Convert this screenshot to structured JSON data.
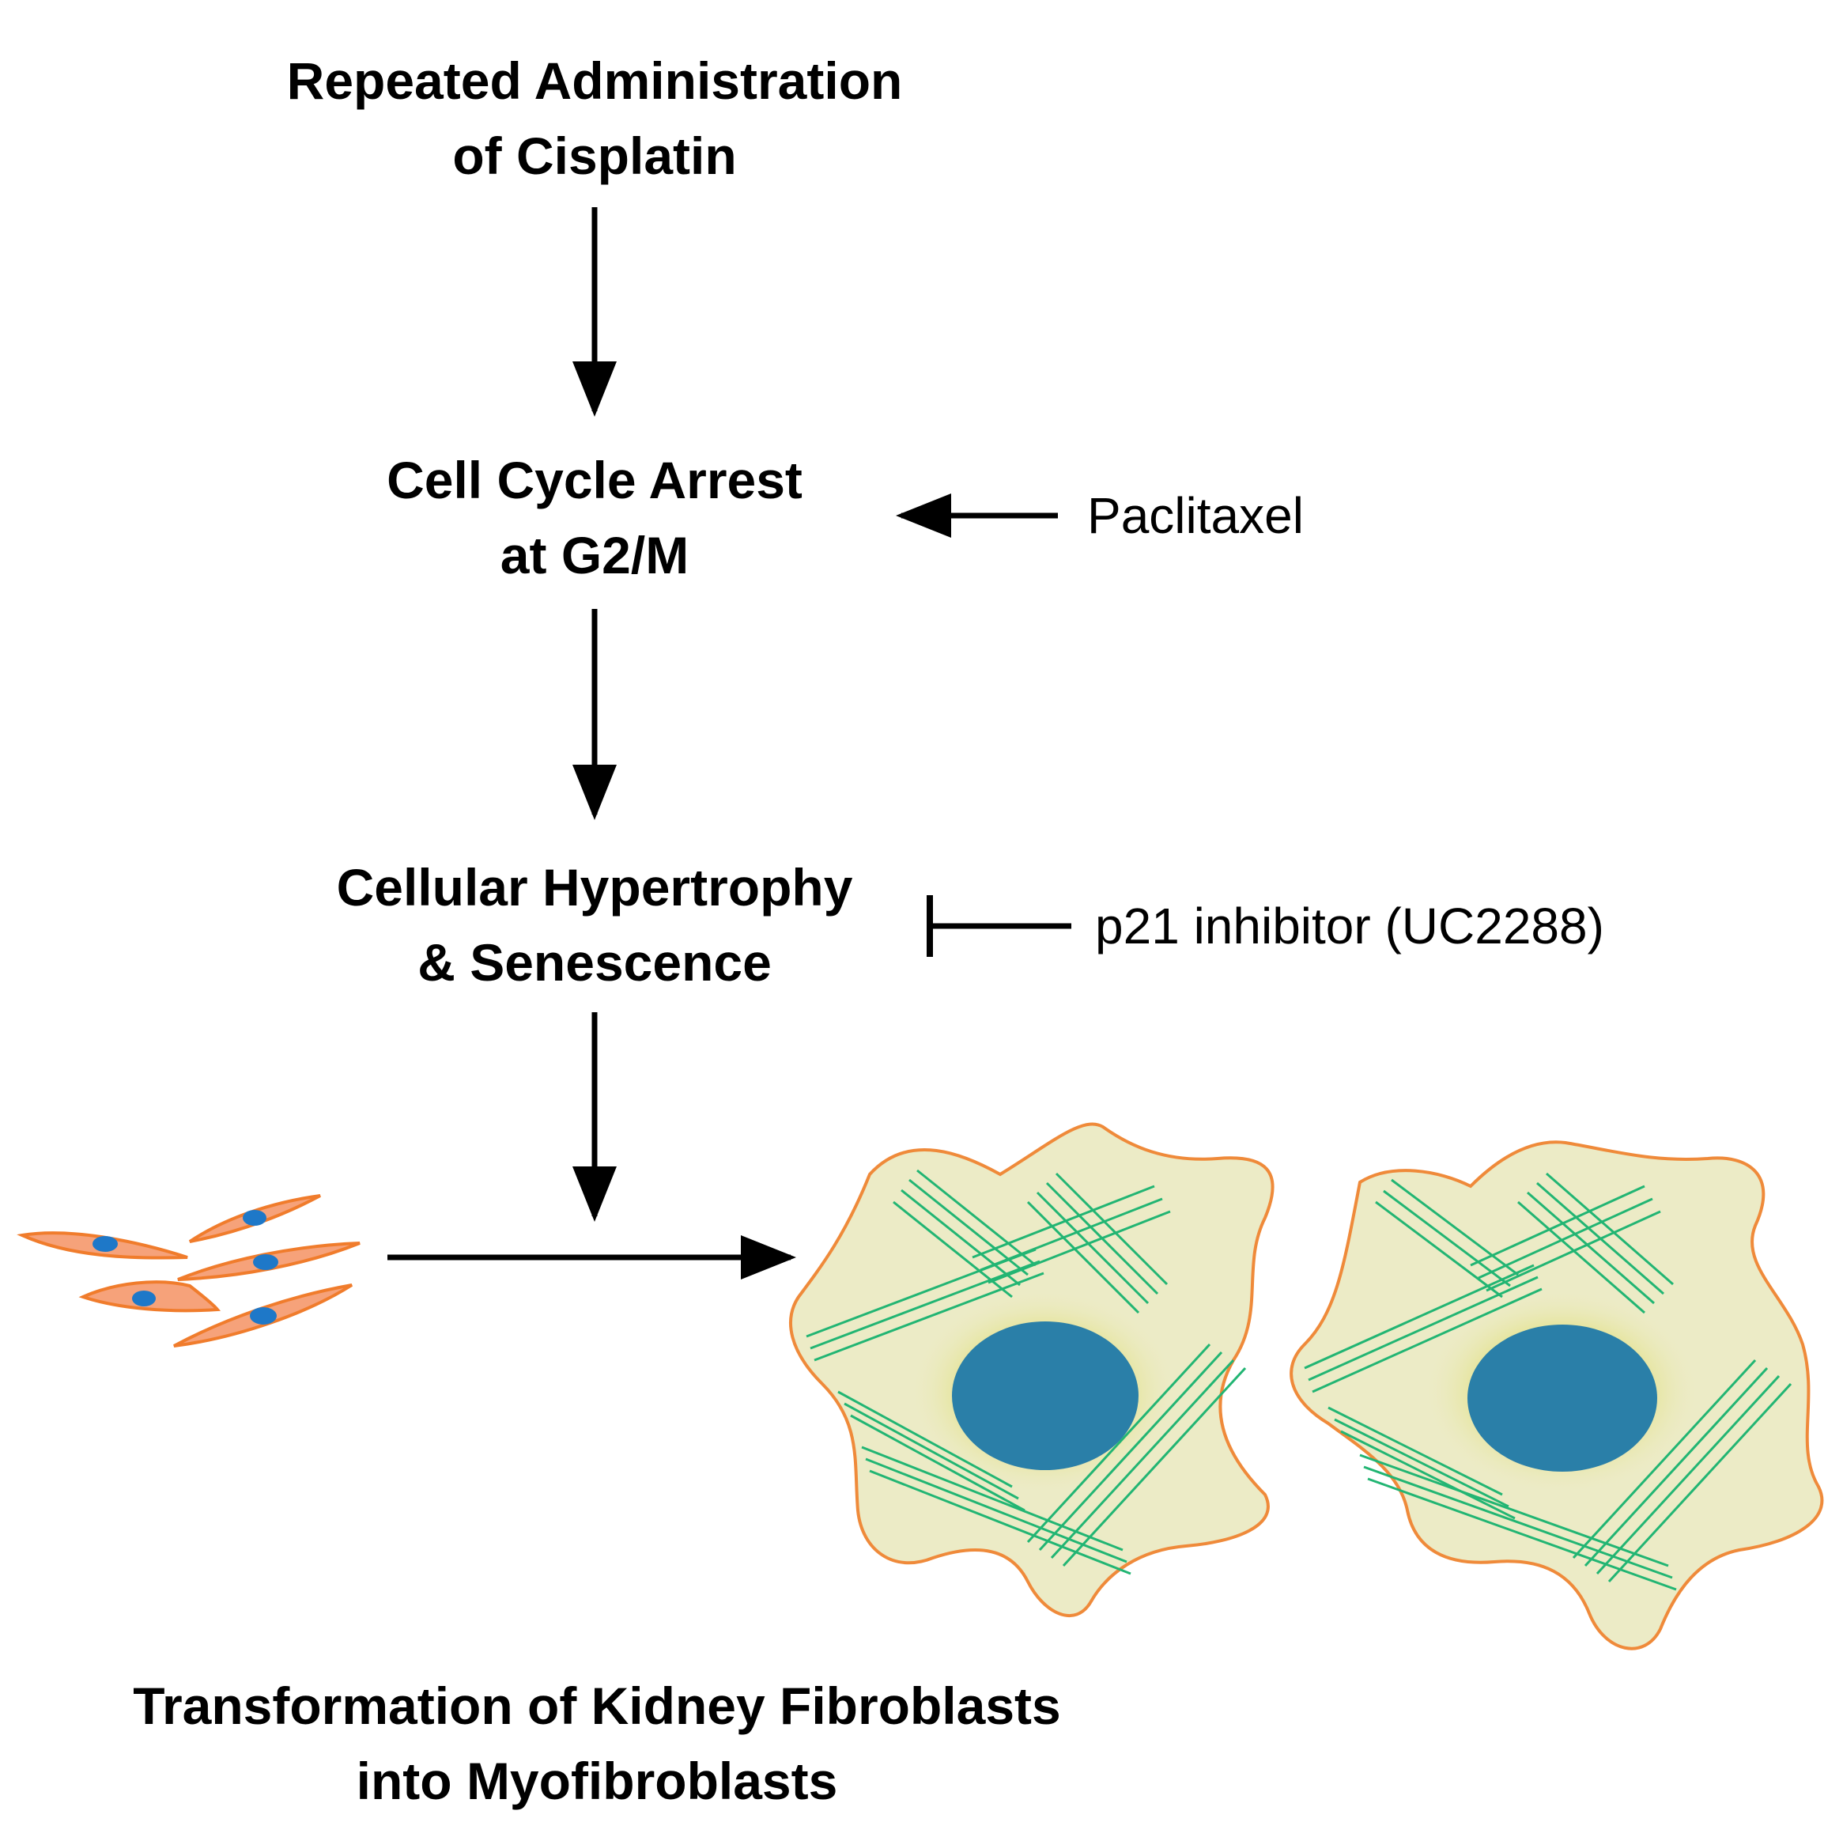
{
  "steps": {
    "cisplatin": {
      "line1": "Repeated Administration",
      "line2": "of Cisplatin"
    },
    "arrest": {
      "line1": "Cell Cycle Arrest",
      "line2": "at G2/M"
    },
    "hypertrophy": {
      "line1": "Cellular Hypertrophy",
      "line2": "& Senescence"
    },
    "transformation": {
      "line1": "Transformation of Kidney Fibroblasts",
      "line2": "into Myofibroblasts"
    }
  },
  "modifiers": {
    "paclitaxel": {
      "label": "Paclitaxel",
      "effect": "promotes"
    },
    "p21_inhibitor": {
      "label": "p21 inhibitor (UC2288)",
      "effect": "inhibits"
    }
  },
  "colors": {
    "text": "#000000",
    "fibroblast_fill": "#f6a27a",
    "fibroblast_outline": "#f07c2c",
    "nucleus_small": "#1e78c8",
    "myofibroblast_fill": "#ecebc6",
    "myofibroblast_glow": "#d4d43a",
    "myofibroblast_outline": "#ef8a3a",
    "stress_fiber": "#22b573",
    "nucleus_large": "#2a7fa8"
  }
}
